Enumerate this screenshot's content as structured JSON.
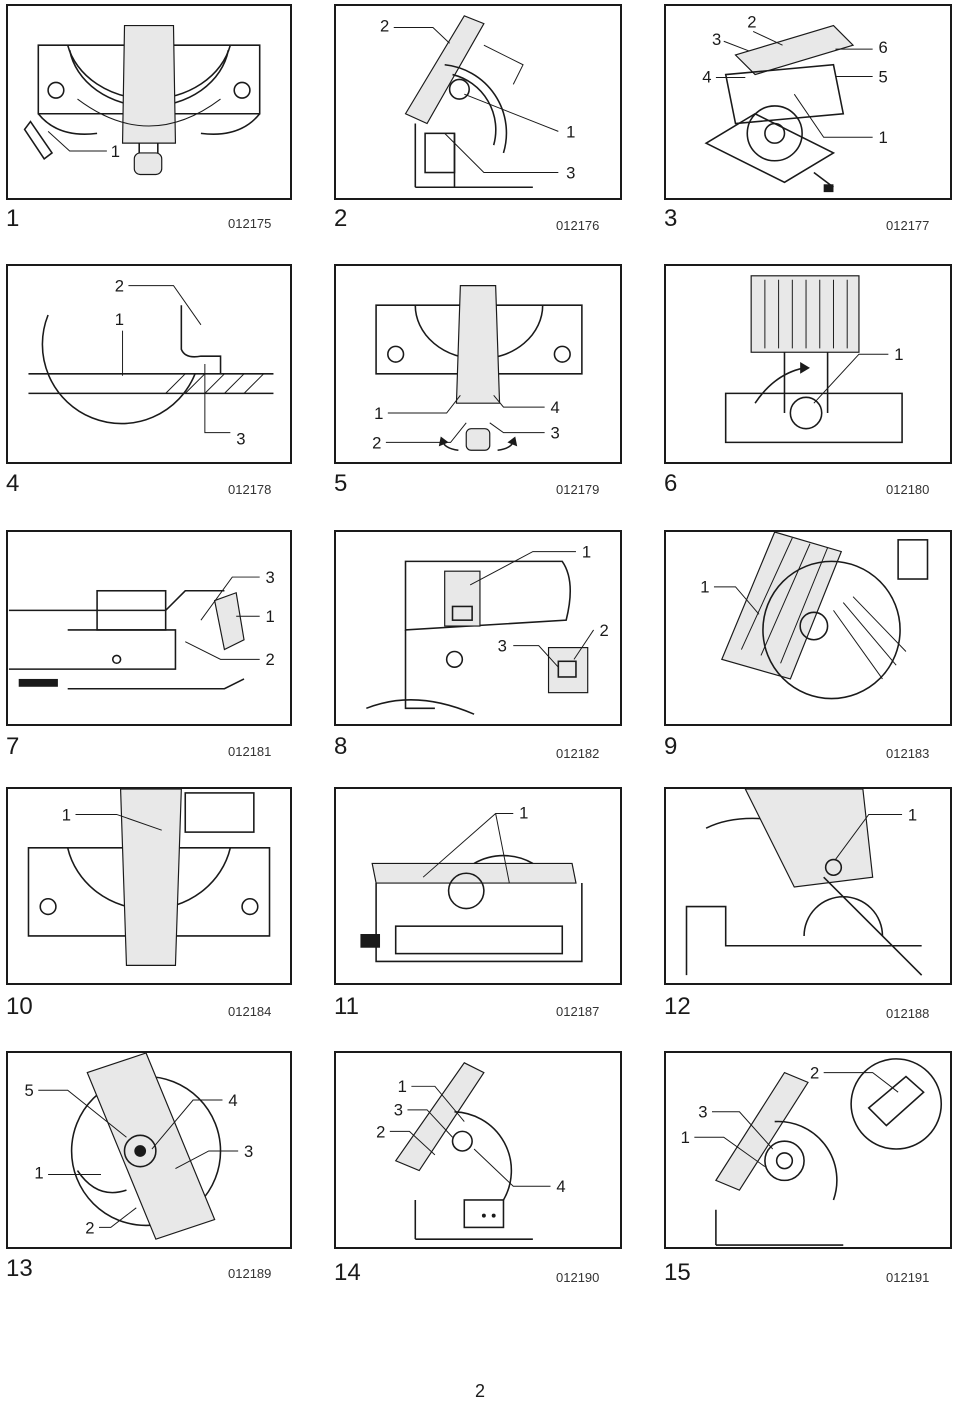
{
  "page": {
    "number": "2"
  },
  "figures": [
    {
      "num": "1",
      "code": "012175",
      "callouts": [
        "1"
      ]
    },
    {
      "num": "2",
      "code": "012176",
      "callouts": [
        "2",
        "1",
        "3"
      ]
    },
    {
      "num": "3",
      "code": "012177",
      "callouts": [
        "2",
        "3",
        "6",
        "4",
        "5",
        "1"
      ]
    },
    {
      "num": "4",
      "code": "012178",
      "callouts": [
        "2",
        "1",
        "3"
      ]
    },
    {
      "num": "5",
      "code": "012179",
      "callouts": [
        "1",
        "4",
        "2",
        "3"
      ]
    },
    {
      "num": "6",
      "code": "012180",
      "callouts": [
        "1"
      ]
    },
    {
      "num": "7",
      "code": "012181",
      "callouts": [
        "3",
        "1",
        "2"
      ]
    },
    {
      "num": "8",
      "code": "012182",
      "callouts": [
        "1",
        "2",
        "3"
      ]
    },
    {
      "num": "9",
      "code": "012183",
      "callouts": [
        "1"
      ]
    },
    {
      "num": "10",
      "code": "012184",
      "callouts": [
        "1"
      ]
    },
    {
      "num": "11",
      "code": "012187",
      "callouts": [
        "1"
      ]
    },
    {
      "num": "12",
      "code": "012188",
      "callouts": [
        "1"
      ]
    },
    {
      "num": "13",
      "code": "012189",
      "callouts": [
        "5",
        "4",
        "3",
        "1",
        "2"
      ]
    },
    {
      "num": "14",
      "code": "012190",
      "callouts": [
        "1",
        "3",
        "2",
        "4"
      ]
    },
    {
      "num": "15",
      "code": "012191",
      "callouts": [
        "2",
        "3",
        "1"
      ]
    }
  ]
}
